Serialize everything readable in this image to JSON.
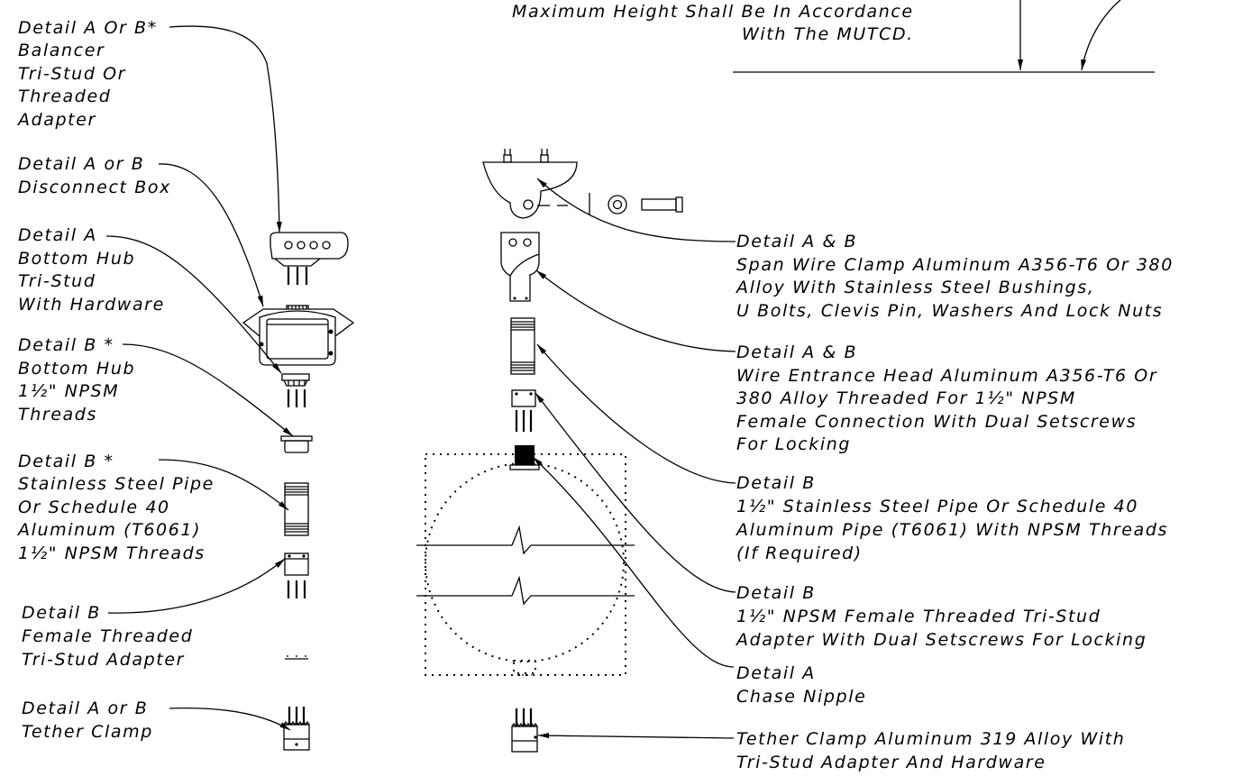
{
  "header_note": {
    "lines": [
      "Maximum  Height Shall Be In Accordance",
      "With The MUTCD."
    ]
  },
  "left_labels": [
    {
      "id": "balancer",
      "lines": [
        "Detail A  Or  B*",
        "Balancer",
        "Tri-Stud  Or",
        "Threaded",
        "Adapter"
      ]
    },
    {
      "id": "disconnect-box",
      "lines": [
        "Detail A  or  B",
        "Disconnect Box"
      ]
    },
    {
      "id": "bottom-hub-tri-stud",
      "lines": [
        "Detail A",
        "Bottom  Hub",
        "Tri-Stud",
        "With Hardware"
      ]
    },
    {
      "id": "bottom-hub-npsm",
      "lines": [
        "Detail B  *",
        "Bottom  Hub",
        "1½\"  NPSM",
        "Threads"
      ]
    },
    {
      "id": "stainless-pipe",
      "lines": [
        "Detail B  *",
        "Stainless Steel Pipe",
        "Or  Schedule 40",
        "Aluminum  (T6061)",
        "1½\"  NPSM  Threads"
      ]
    },
    {
      "id": "female-adapter",
      "lines": [
        "Detail B",
        "Female  Threaded",
        "Tri-Stud  Adapter"
      ]
    },
    {
      "id": "tether-clamp",
      "lines": [
        "Detail A  or  B",
        "Tether Clamp"
      ]
    }
  ],
  "right_labels": [
    {
      "id": "span-wire-clamp",
      "lines": [
        "Detail A  &  B",
        "Span Wire Clamp Aluminum  A356-T6  Or  380",
        "Alloy With  Stainless Steel Bushings,",
        "U Bolts, Clevis Pin, Washers And Lock Nuts"
      ]
    },
    {
      "id": "wire-entrance-head",
      "lines": [
        "Detail A  &  B",
        "Wire Entrance Head Aluminum  A356-T6  Or",
        "380  Alloy Threaded For 1½\"  NPSM",
        "Female Connection With Dual Setscrews",
        "For Locking"
      ]
    },
    {
      "id": "pipe-right",
      "lines": [
        "Detail B",
        "1½\"  Stainless Steel Pipe Or Schedule 40",
        "Aluminum  Pipe  (T6061)  With  NPSM  Threads",
        "(If Required)"
      ]
    },
    {
      "id": "npsm-adapter",
      "lines": [
        "Detail B",
        "1½\"  NPSM  Female  Threaded  Tri-Stud",
        "Adapter With Dual Setscrews For Locking"
      ]
    },
    {
      "id": "chase-nipple",
      "lines": [
        "Detail A",
        "Chase Nipple"
      ]
    },
    {
      "id": "tether-clamp-right",
      "lines": [
        "Tether Clamp Aluminum  319  Alloy With",
        "Tri-Stud Adapter And Hardware"
      ]
    }
  ]
}
